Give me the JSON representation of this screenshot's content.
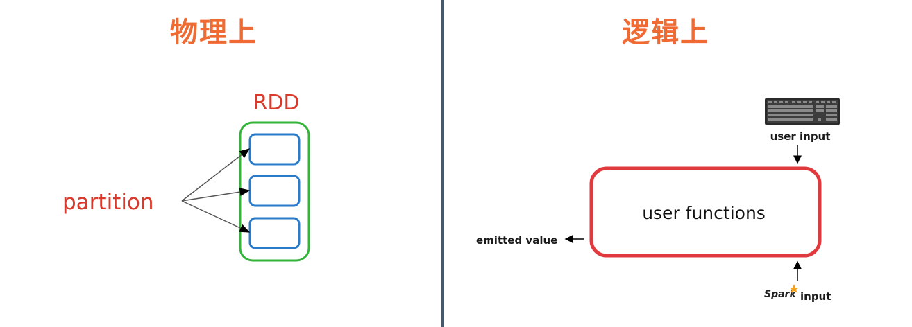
{
  "left": {
    "heading": "物理上",
    "rdd_label": "RDD",
    "partition_label": "partition",
    "colors": {
      "container": "#33b53a",
      "partition": "#2a7bc9",
      "label": "#d93a2b",
      "arrow": "#555555"
    }
  },
  "right": {
    "heading": "逻辑上",
    "user_input_label": "user input",
    "box_label": "user functions",
    "emitted_label": "emitted value",
    "spark_logo_text": "Spark",
    "spark_input_label": "input",
    "colors": {
      "box_border": "#e0393e",
      "spark": "#f7a21b"
    }
  },
  "heading_color": "#f06a34",
  "divider_color": "#45596f"
}
